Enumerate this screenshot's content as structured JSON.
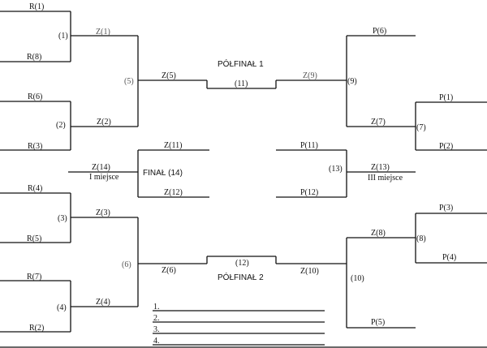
{
  "left": {
    "g1": {
      "top": "R(1)",
      "num": "(1)",
      "bottom": "R(8)",
      "out": "Z(1)"
    },
    "g2": {
      "top": "R(6)",
      "num": "(2)",
      "bottom": "R(3)",
      "out": "Z(2)"
    },
    "g3": {
      "top": "R(4)",
      "num": "(3)",
      "bottom": "R(5)",
      "out": "Z(3)"
    },
    "g4": {
      "top": "R(7)",
      "num": "(4)",
      "bottom": "R(2)",
      "out": "Z(4)"
    },
    "g5": {
      "num": "(5)",
      "out": "Z(5)"
    },
    "g6": {
      "num": "(6)",
      "out": "Z(6)"
    }
  },
  "right": {
    "g9": {
      "num": "(9)",
      "out": "Z(9)",
      "top": "P(6)"
    },
    "g7": {
      "top": "P(1)",
      "num": "(7)",
      "bottom": "P(2)",
      "out": "Z(7)"
    },
    "g8": {
      "top": "P(3)",
      "num": "(8)",
      "bottom": "P(4)",
      "out": "Z(8)"
    },
    "g10": {
      "num": "(10)",
      "out": "Z(10)",
      "bottom": "P(5)"
    }
  },
  "semi1": {
    "title": "PÓŁFINAŁ 1",
    "num": "(11)"
  },
  "semi2": {
    "title": "PÓŁFINAŁ 2",
    "num": "(12)"
  },
  "final": {
    "title": "FINAŁ (14)",
    "top": "Z(11)",
    "bottom": "Z(12)",
    "winner": "Z(14)",
    "place": "I miejsce"
  },
  "third": {
    "num": "(13)",
    "top": "P(11)",
    "bottom": "P(12)",
    "winner": "Z(13)",
    "place": "III miejsce"
  },
  "standings": [
    "1.",
    "2.",
    "3.",
    "4."
  ]
}
